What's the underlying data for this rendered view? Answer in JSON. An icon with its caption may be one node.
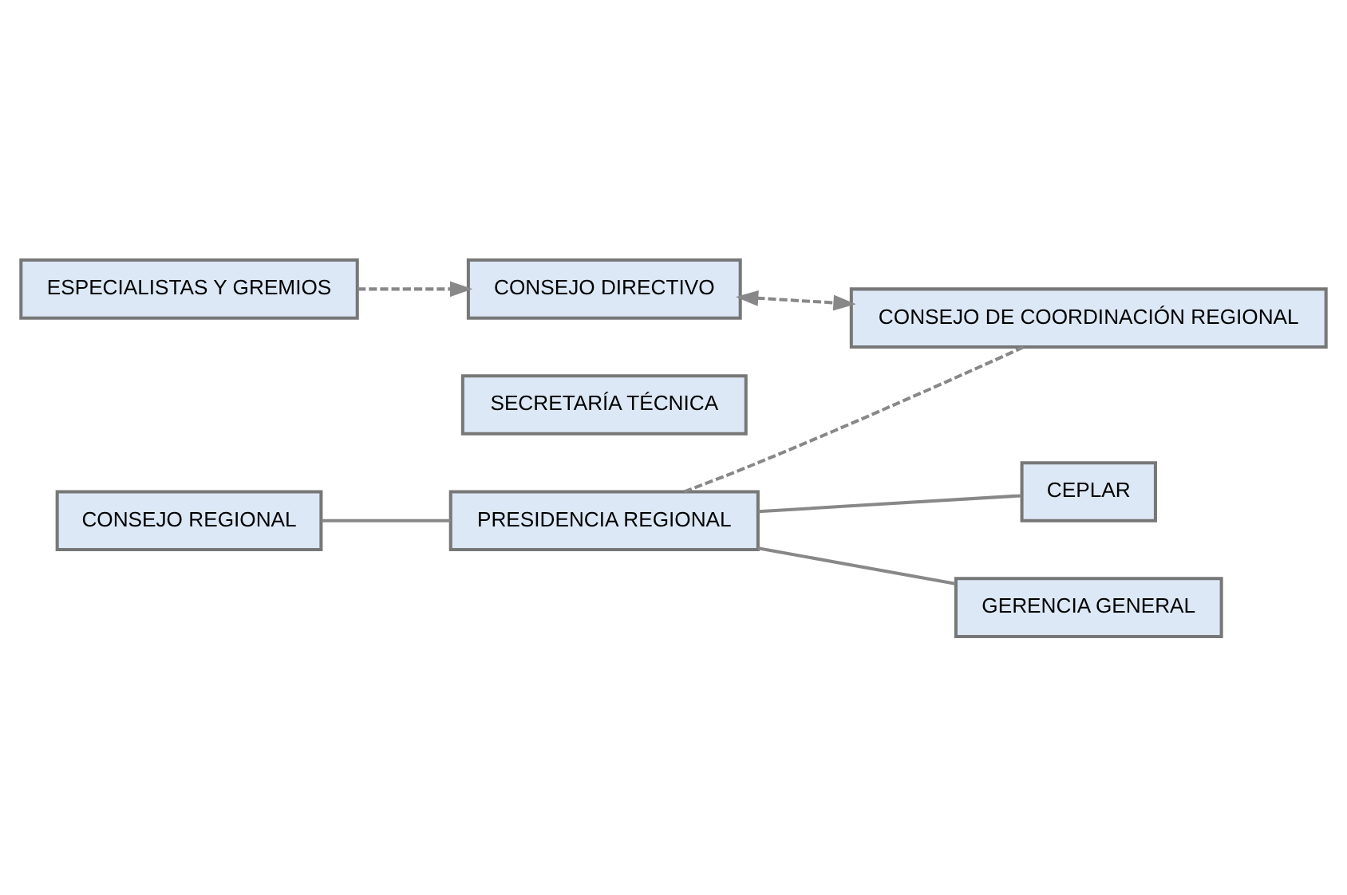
{
  "diagram": {
    "nodes": [
      {
        "text": [
          "CONSEJO REGIONAL"
        ]
      },
      {
        "text": [
          "PRESIDENCIA REGIONAL"
        ]
      },
      {
        "text": [
          "CONSEJO DE COORDINACIÓN REGIONAL"
        ]
      },
      {
        "text": [
          "CEPLAR"
        ]
      },
      {
        "text": [
          "CONSEJO DIRECTIVO"
        ]
      },
      {
        "text": [
          "SECRETARÍA TÉCNICA"
        ]
      },
      {
        "text": [
          "GERENCIA GENERAL"
        ]
      },
      {
        "text": [
          "ESPECIALISTAS Y GREMIOS"
        ]
      }
    ],
    "edges": [
      {
        "from": 0,
        "to": 1,
        "arrow": "none"
      },
      {
        "from": 1,
        "to": 2,
        "arrow": "none",
        "style": "dashed"
      },
      {
        "from": 1,
        "to": 3,
        "arrow": "none"
      },
      {
        "from": 1,
        "to": 6,
        "arrow": "none"
      },
      {
        "from": 4,
        "to": 2,
        "arrow": "both",
        "style": "dashed"
      },
      {
        "from": 7,
        "to": 4,
        "arrow": "to",
        "style": "dashed"
      }
    ]
  }
}
